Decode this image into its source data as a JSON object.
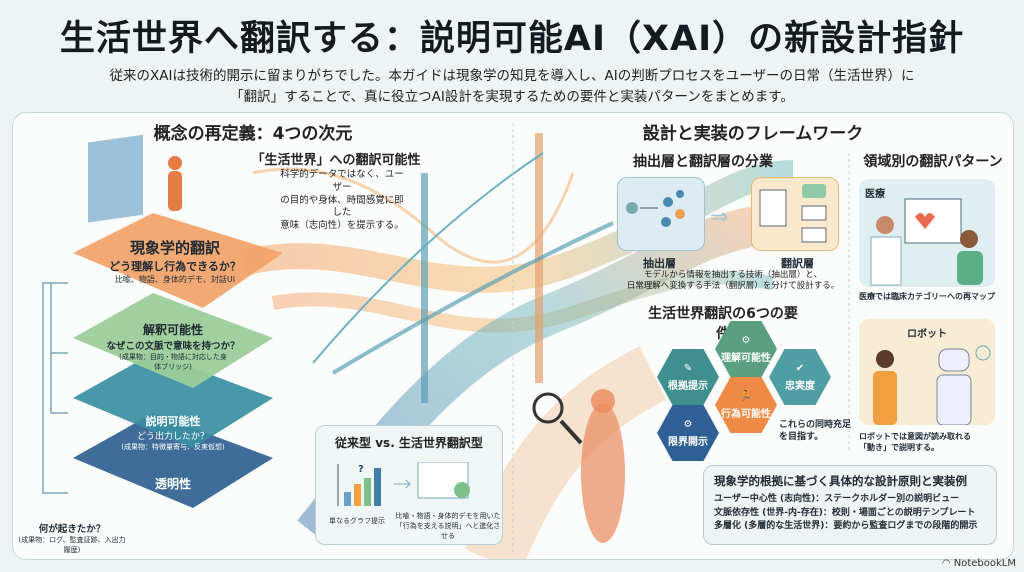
{
  "title": "生活世界へ翻訳する：説明可能AI（XAI）の新設計指針",
  "subtitle": [
    "従来のXAIは技術的開示に留まりがちでした。本ガイドは現象学の知見を導入し、AIの判断プロセスをユーザーの日常（生活世界）に",
    "「翻訳」することで、真に役立つAI設計を実現するための要件と実装パターンをまとめます。"
  ],
  "left": {
    "heading": "概念の再定義：4つの次元",
    "lifeworld": {
      "title": "「生活世界」への翻訳可能性",
      "text": [
        "科学的データではなく、ユーザー",
        "の目的や身体、時間感覚に即した",
        "意味（志向性）を提示する。"
      ]
    },
    "layers": [
      {
        "name": "現象学的翻訳",
        "question": "どう理解し行為できるか？",
        "note": "比喩、物語、身体的デモ、対話UI",
        "color": "#f2a46b"
      },
      {
        "name": "解釈可能性",
        "question": "なぜこの文脈で意味を持つか？",
        "note": "(成果物：目的・物語に対応した身体ブリッジ)",
        "color": "#9ccc9a"
      },
      {
        "name": "説明可能性",
        "question": "どう出力したか？",
        "note": "(成果物：特徴量寄与、反実仮想)",
        "color": "#3a8fa3"
      },
      {
        "name": "透明性",
        "question": "何が起きたか？",
        "note": "(成果物：ログ、監査証跡、入出力履歴)",
        "color": "#2f5f8f"
      }
    ],
    "comparison": {
      "title": "従来型 vs. 生活世界翻訳型",
      "left_caption": "単なるグラフ提示",
      "right_caption": [
        "比喩・物語・身体的デモを用いた",
        "「行為を支える説明」へと進化させる"
      ]
    }
  },
  "right": {
    "heading": "設計と実装のフレームワーク",
    "division": {
      "title": "抽出層と翻訳層の分業",
      "extract_label": "抽出層",
      "translate_label": "翻訳層",
      "text": [
        "モデルから情報を抽出する技術（抽出層）と、",
        "日常理解へ変換する手法（翻訳層）を分けて設計する。"
      ]
    },
    "requirements": {
      "title": "生活世界翻訳の6つの要件",
      "items": [
        {
          "label": "根拠提示",
          "color": "#3f8f8f"
        },
        {
          "label": "理解可能性",
          "color": "#5aa080"
        },
        {
          "label": "忠実度",
          "color": "#4f9ea4"
        },
        {
          "label": "行為可能性",
          "color": "#ee8a45"
        },
        {
          "label": "限界開示",
          "color": "#2e5f95"
        }
      ],
      "note": [
        "これらの同時充足",
        "を目指す。"
      ]
    },
    "patterns": {
      "title": "領域別の翻訳パターン",
      "medical": {
        "label": "医療",
        "caption": "医療では臨床カテゴリーへの再マップ"
      },
      "robot": {
        "label": "ロボット",
        "caption": [
          "ロボットでは意図が読み取れる",
          "「動き」で説明する。"
        ]
      }
    },
    "principles": {
      "title": "現象学的根拠に基づく具体的な設計原則と実装例",
      "items": [
        "ユーザー中心性 (志向性)：ステークホルダー別の説明ビュー",
        "文脈依存性 (世界-内-存在)：校則・場面ごとの説明テンプレート",
        "多層化 (多層的な生活世界)：要約から監査ログまでの段階的開示"
      ]
    }
  },
  "branding": "NotebookLM"
}
